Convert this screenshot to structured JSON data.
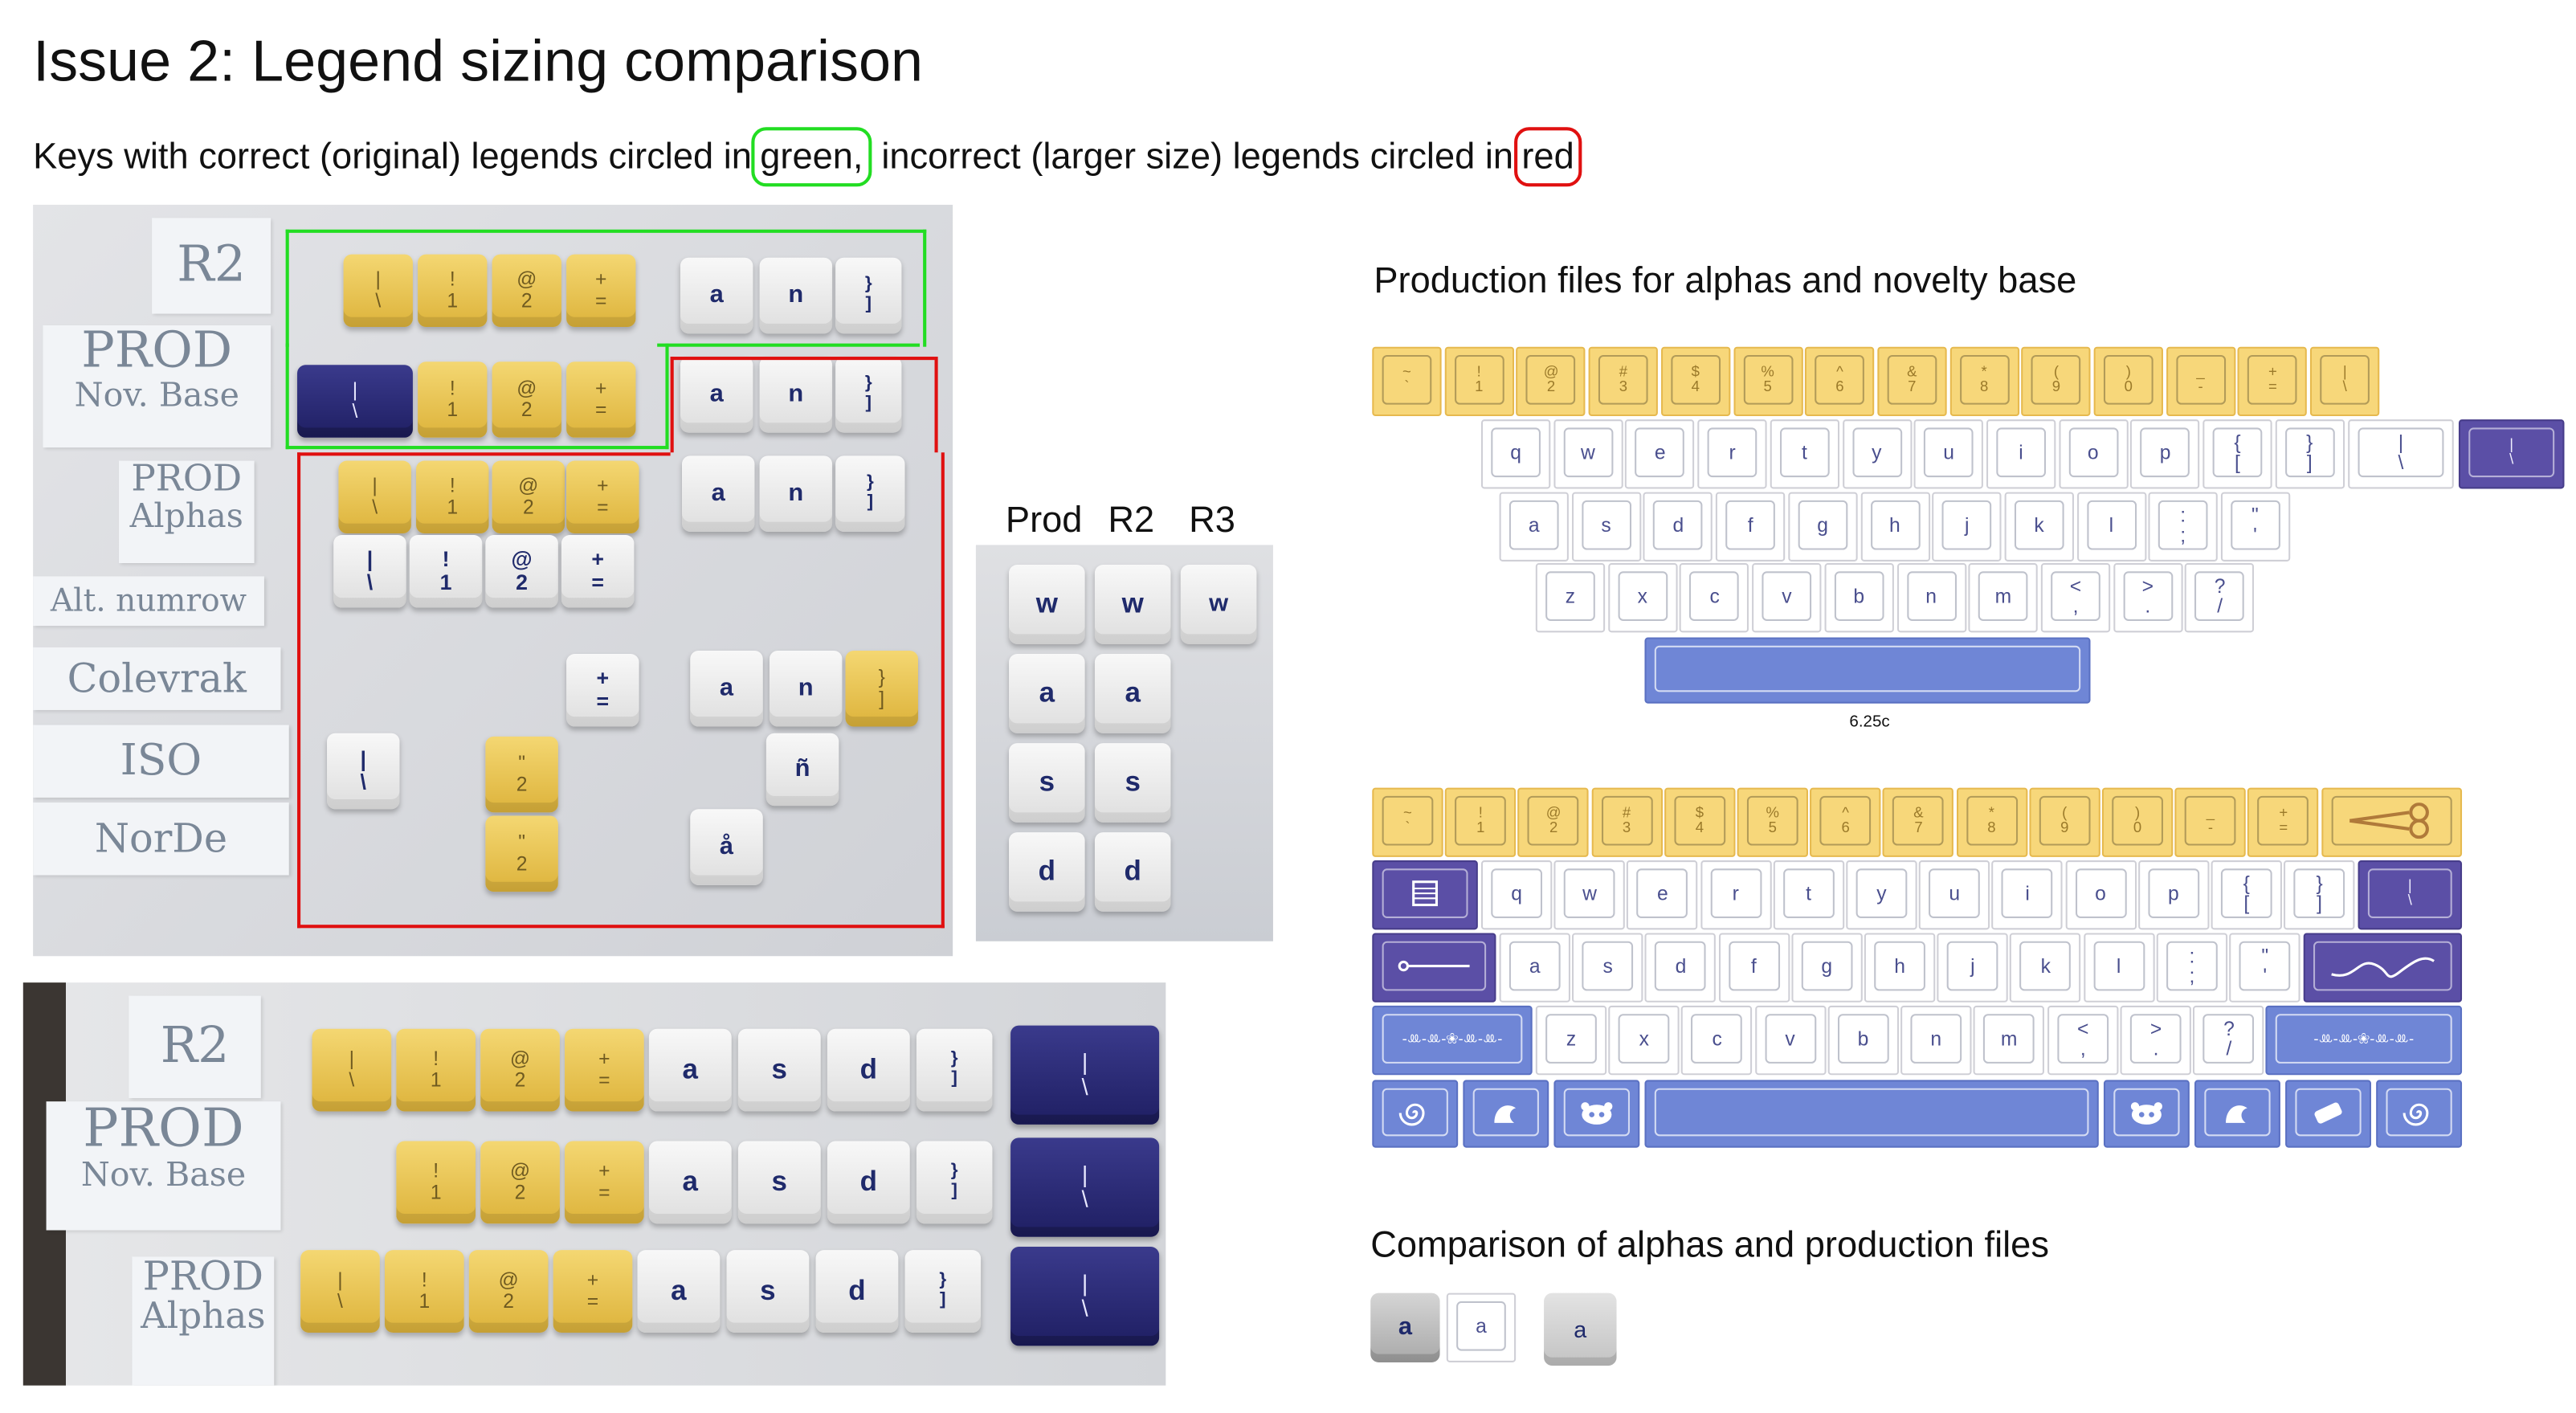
{
  "title": "Issue 2: Legend sizing comparison",
  "subtitle": {
    "part1": "Keys with correct (original) legends circled in",
    "green": "green,",
    "part2": " incorrect (larger size) legends circled in",
    "red": "red"
  },
  "colors": {
    "green": "#22dd22",
    "red": "#e01010",
    "yellow": "#f7d77a",
    "purple": "#5b4fa6",
    "blue": "#6f86d6"
  },
  "photo1": {
    "tags": [
      "R2",
      "PROD",
      "Nov. Base",
      "PROD",
      "Alphas",
      "Alt. numrow",
      "Colevrak",
      "ISO",
      "NorDe"
    ],
    "legends": [
      "|",
      "\\",
      "!",
      "1",
      "@",
      "2",
      "+",
      "=",
      "a",
      "n",
      "}",
      "]",
      "ñ",
      "å",
      "\""
    ]
  },
  "photo2": {
    "columns": [
      "Prod",
      "R2",
      "R3"
    ],
    "letters": [
      "w",
      "a",
      "s",
      "d"
    ]
  },
  "photo3": {
    "tags": [
      "R2",
      "PROD",
      "Nov. Base",
      "PROD",
      "Alphas"
    ],
    "letters": [
      "a",
      "s",
      "d"
    ]
  },
  "production": {
    "heading": "Production files for alphas and novelty base",
    "spacebar_label": "6.25c",
    "numrow": [
      [
        "~",
        "`"
      ],
      [
        "!",
        "1"
      ],
      [
        "@",
        "2"
      ],
      [
        "#",
        "3"
      ],
      [
        "$",
        "4"
      ],
      [
        "%",
        "5"
      ],
      [
        "^",
        "6"
      ],
      [
        "&",
        "7"
      ],
      [
        "*",
        "8"
      ],
      [
        "(",
        "9"
      ],
      [
        ")",
        "0"
      ],
      [
        "_",
        "-"
      ],
      [
        "+",
        "="
      ],
      [
        "|",
        "\\"
      ]
    ],
    "row1": [
      "q",
      "w",
      "e",
      "r",
      "t",
      "y",
      "u",
      "i",
      "o",
      "p"
    ],
    "row1_brackets": [
      [
        "{",
        "["
      ],
      [
        "}",
        "]"
      ]
    ],
    "row2": [
      "a",
      "s",
      "d",
      "f",
      "g",
      "h",
      "j",
      "k",
      "l"
    ],
    "row2_punct": [
      [
        ":",
        ";"
      ],
      [
        "\"",
        "'"
      ]
    ],
    "row3": [
      "z",
      "x",
      "c",
      "v",
      "b",
      "n",
      "m"
    ],
    "row3_punct": [
      [
        "<",
        ","
      ],
      [
        ">",
        "."
      ],
      [
        "?",
        "/"
      ]
    ],
    "novelty_legend": "-ꔛ-ꔛ-❀-ꔛ-ꔛ-",
    "icon_names": [
      "scissors-icon",
      "thread-icon",
      "needle-icon",
      "yarn-swirl-icon",
      "shell-icon",
      "panda-icon",
      "eraser-icon"
    ]
  },
  "comparison": {
    "heading": "Comparison of alphas and production files",
    "key": "a"
  }
}
